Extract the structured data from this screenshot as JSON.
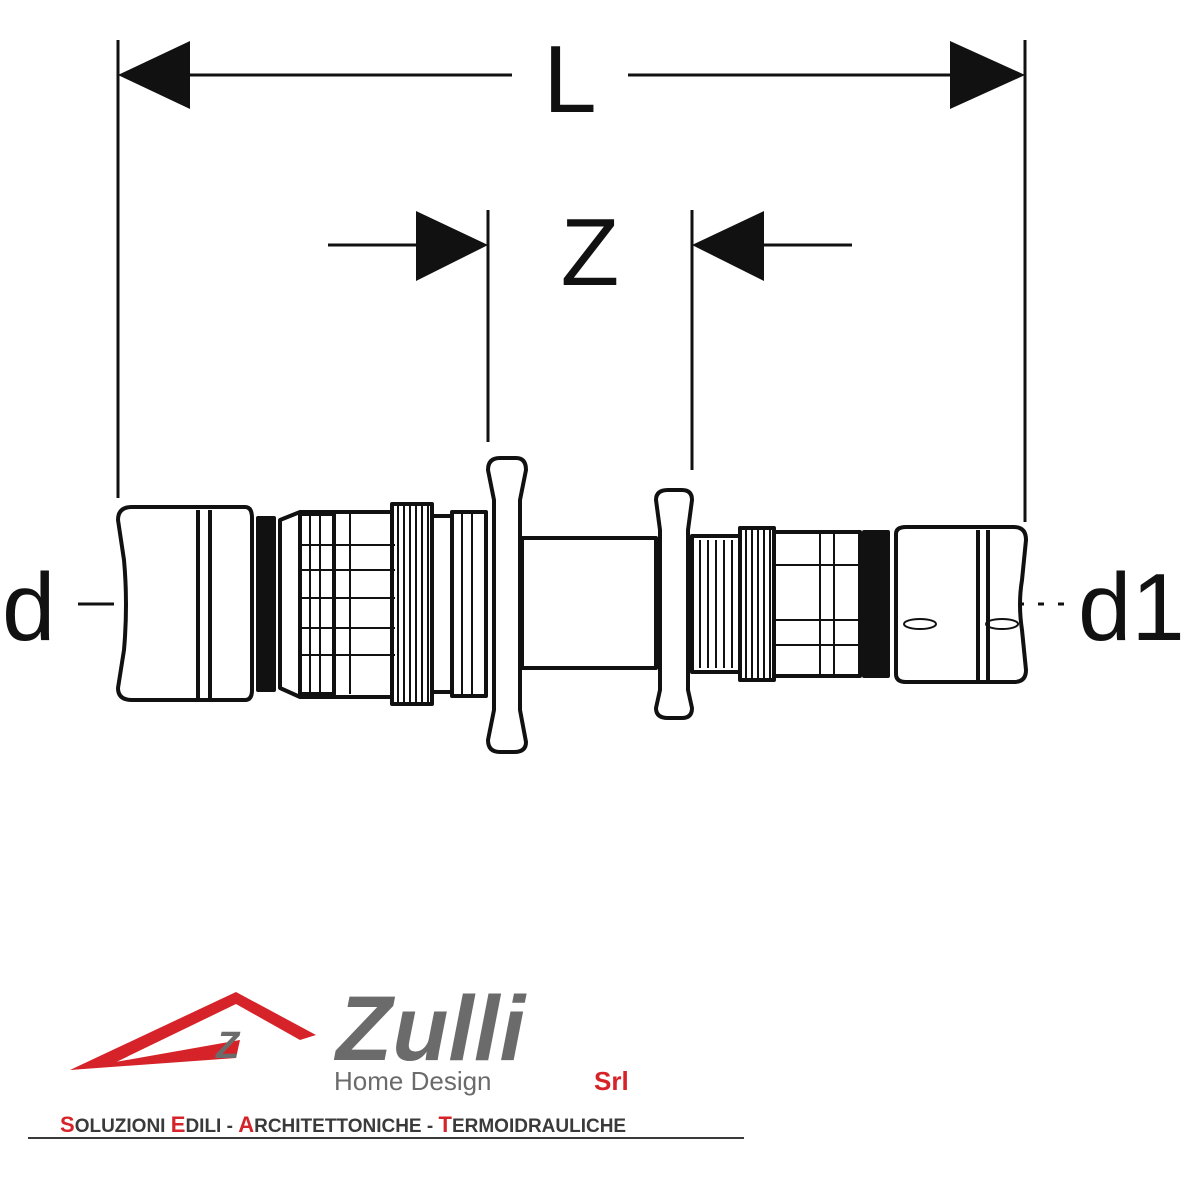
{
  "diagram": {
    "dimension_length": "L",
    "dimension_z": "Z",
    "inlet_label": "d",
    "outlet_label": "d1"
  },
  "logo": {
    "badge_letter": "Z",
    "brand": "Zulli",
    "subtitle": "Home Design",
    "suffix": "Srl",
    "slogan": {
      "w1_cap": "S",
      "w1_rest": "OLUZIONI ",
      "w2_cap": "E",
      "w2_rest": "DILI - ",
      "w3_cap": "A",
      "w3_rest": "RCHITETTONICHE - ",
      "w4_cap": "T",
      "w4_rest": "ERMOIDRAULICHE"
    },
    "colors": {
      "red": "#d6232a",
      "gray": "#6b6b6b"
    }
  }
}
